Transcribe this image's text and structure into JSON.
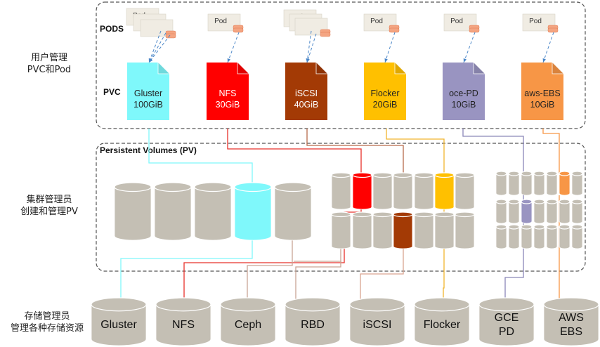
{
  "side_labels": [
    {
      "line1": "用户管理",
      "line2": "PVC和Pod"
    },
    {
      "line1": "集群管理员",
      "line2": "创建和管理PV"
    },
    {
      "line1": "存储管理员",
      "line2": "管理各种存储资源"
    }
  ],
  "sections": {
    "pods_label": "PODS",
    "pvc_label": "PVC",
    "pv_label": "Persistent Volumes (PV)"
  },
  "pod_label": "Pod",
  "pvcs": [
    {
      "name": "Gluster",
      "size": "100GiB",
      "color": "#7ff8fb",
      "text_color": "#222222"
    },
    {
      "name": "NFS",
      "size": "30GiB",
      "color": "#ff0000",
      "text_color": "#ffffff"
    },
    {
      "name": "iSCSI",
      "size": "40GiB",
      "color": "#a33a05",
      "text_color": "#ffffff"
    },
    {
      "name": "Flocker",
      "size": "20GiB",
      "color": "#ffc000",
      "text_color": "#222222"
    },
    {
      "name": "oce-PD",
      "size": "10GiB",
      "color": "#9994c1",
      "text_color": "#222222"
    },
    {
      "name": "aws-EBS",
      "size": "10GiB",
      "color": "#f79646",
      "text_color": "#222222"
    }
  ],
  "storage": [
    {
      "line1": "Gluster",
      "line2": ""
    },
    {
      "line1": "NFS",
      "line2": ""
    },
    {
      "line1": "Ceph",
      "line2": ""
    },
    {
      "line1": "RBD",
      "line2": ""
    },
    {
      "line1": "iSCSI",
      "line2": ""
    },
    {
      "line1": "Flocker",
      "line2": ""
    },
    {
      "line1": "GCE",
      "line2": "PD"
    },
    {
      "line1": "AWS",
      "line2": "EBS"
    }
  ],
  "colors": {
    "cylinder": "#c4bfb4",
    "cylinder_dark": "#a9a398",
    "pod_box": "#f0ece3",
    "pod_disk": "#f4a582",
    "link_dashed": "#4a86c8"
  }
}
